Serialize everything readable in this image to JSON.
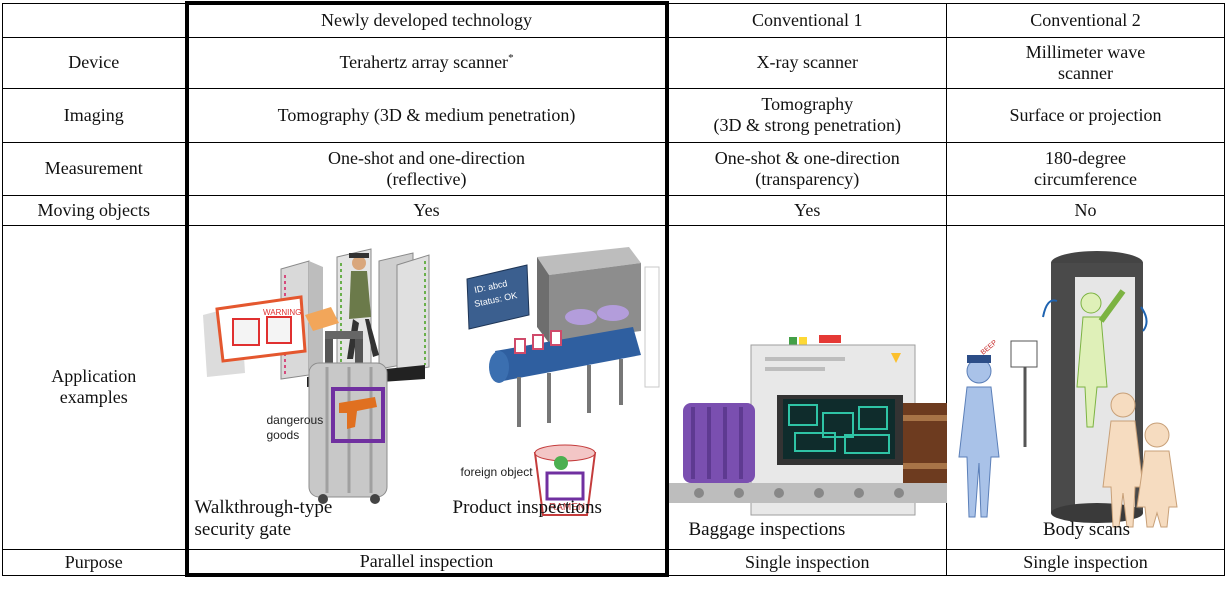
{
  "header": {
    "corner": "",
    "new_tech": "Newly developed technology",
    "conv1": "Conventional 1",
    "conv2": "Conventional 2"
  },
  "rows": {
    "device": {
      "label": "Device",
      "new_tech": "Terahertz array scanner",
      "new_tech_mark": "*",
      "conv1": "X-ray scanner",
      "conv2_line1": "Millimeter wave",
      "conv2_line2": "scanner"
    },
    "imaging": {
      "label": "Imaging",
      "new_tech": "Tomography (3D & medium penetration)",
      "conv1_line1": "Tomography",
      "conv1_line2": "(3D & strong penetration)",
      "conv2": "Surface or projection"
    },
    "measurement": {
      "label": "Measurement",
      "new_tech_line1": "One-shot and one-direction",
      "new_tech_line2": "(reflective)",
      "conv1_line1": "One-shot & one-direction",
      "conv1_line2": "(transparency)",
      "conv2_line1": "180-degree",
      "conv2_line2": "circumference"
    },
    "moving": {
      "label": "Moving objects",
      "new_tech": "Yes",
      "conv1": "Yes",
      "conv2": "No"
    },
    "application": {
      "label_line1": "Application",
      "label_line2": "examples",
      "new_tech": {
        "warning_text": "WARNING",
        "screen_line1": "ID: abcd",
        "screen_line2": "Status: OK",
        "dangerous_line1": "dangerous",
        "dangerous_line2": "goods",
        "foreign_object": "foreign object",
        "cup_text": "RAMEN",
        "caption_left_line1": "Walkthrough-type",
        "caption_left_line2": "security gate",
        "caption_right": "Product inspections"
      },
      "conv1_caption": "Baggage inspections",
      "conv2_beep": "BEEP",
      "conv2_caption": "Body scans"
    },
    "purpose": {
      "label": "Purpose",
      "new_tech": "Parallel inspection",
      "conv1": "Single inspection",
      "conv2": "Single inspection"
    }
  },
  "colors": {
    "warning_orange": "#e4572e",
    "gun": "#e07020",
    "box_purple": "#7030a0",
    "figure_skin": "#f6dcc0",
    "officer_blue": "#a9c2e8",
    "machine_purple": "#7a4fb0",
    "xray_teal": "#2fc4a6"
  }
}
